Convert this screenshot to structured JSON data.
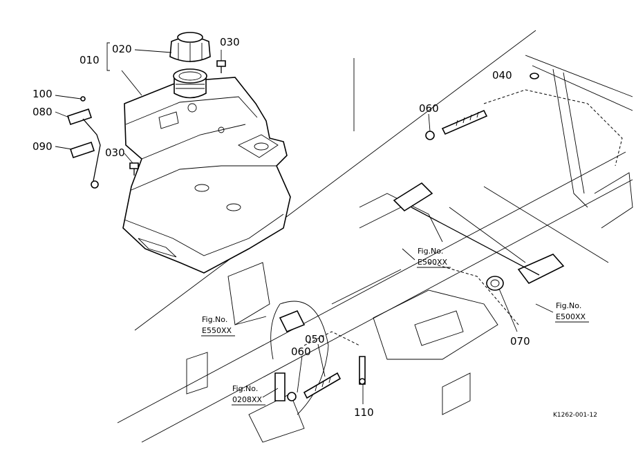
{
  "callouts": {
    "c010": "010",
    "c020": "020",
    "c030a": "030",
    "c030b": "030",
    "c040": "040",
    "c050": "050",
    "c060a": "060",
    "c060b": "060",
    "c070": "070",
    "c080": "080",
    "c090": "090",
    "c100": "100",
    "c110": "110"
  },
  "figure_refs": {
    "ref1": {
      "label": "Fig.No.",
      "code": "E500XX"
    },
    "ref2": {
      "label": "Fig.No.",
      "code": "E500XX"
    },
    "ref3": {
      "label": "Fig.No.",
      "code": "E550XX"
    },
    "ref4": {
      "label": "Fig.No.",
      "code": "0208XX"
    }
  },
  "drawing_code": "K1262-001-12"
}
